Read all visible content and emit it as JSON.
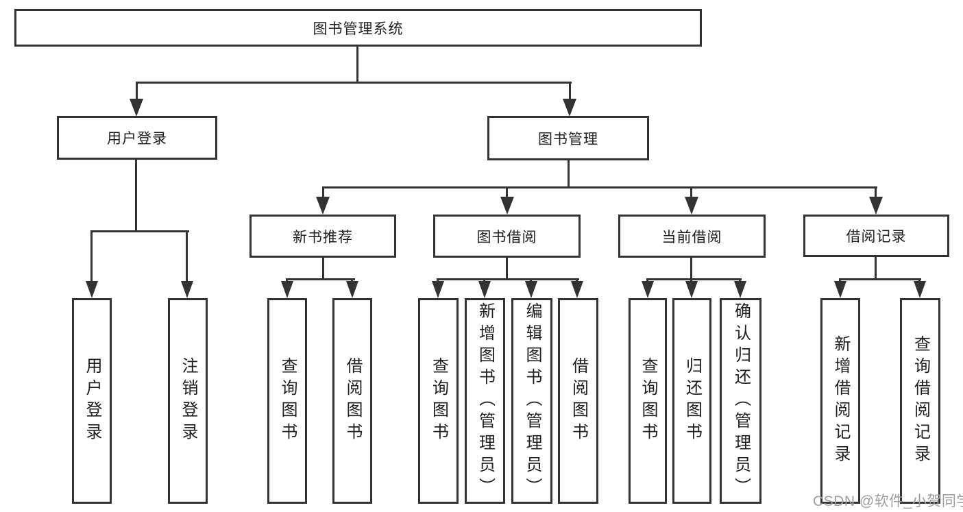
{
  "diagram": {
    "root": {
      "label": "图书管理系统"
    },
    "user_login": {
      "label": "用户登录",
      "children": [
        {
          "label": "用户登录"
        },
        {
          "label": "注销登录"
        }
      ]
    },
    "book_mgmt": {
      "label": "图书管理",
      "children": [
        {
          "label": "新书推荐",
          "children": [
            {
              "label": "查询图书"
            },
            {
              "label": "借阅图书"
            }
          ]
        },
        {
          "label": "图书借阅",
          "children": [
            {
              "label": "查询图书"
            },
            {
              "label": "新增图书（管理员）"
            },
            {
              "label": "编辑图书（管理员）"
            },
            {
              "label": "借阅图书"
            }
          ]
        },
        {
          "label": "当前借阅",
          "children": [
            {
              "label": "查询图书"
            },
            {
              "label": "归还图书"
            },
            {
              "label": "确认归还（管理员）"
            }
          ]
        },
        {
          "label": "借阅记录",
          "children": [
            {
              "label": "新增借阅记录"
            },
            {
              "label": "查询借阅记录"
            }
          ]
        }
      ]
    }
  },
  "watermark": {
    "text": "CSDN @软件_小贺同学",
    "color": "#9e9e9e"
  },
  "colors": {
    "line": "#333333",
    "box_border": "#333333",
    "text": "#1f1f1f",
    "background": "#ffffff"
  }
}
